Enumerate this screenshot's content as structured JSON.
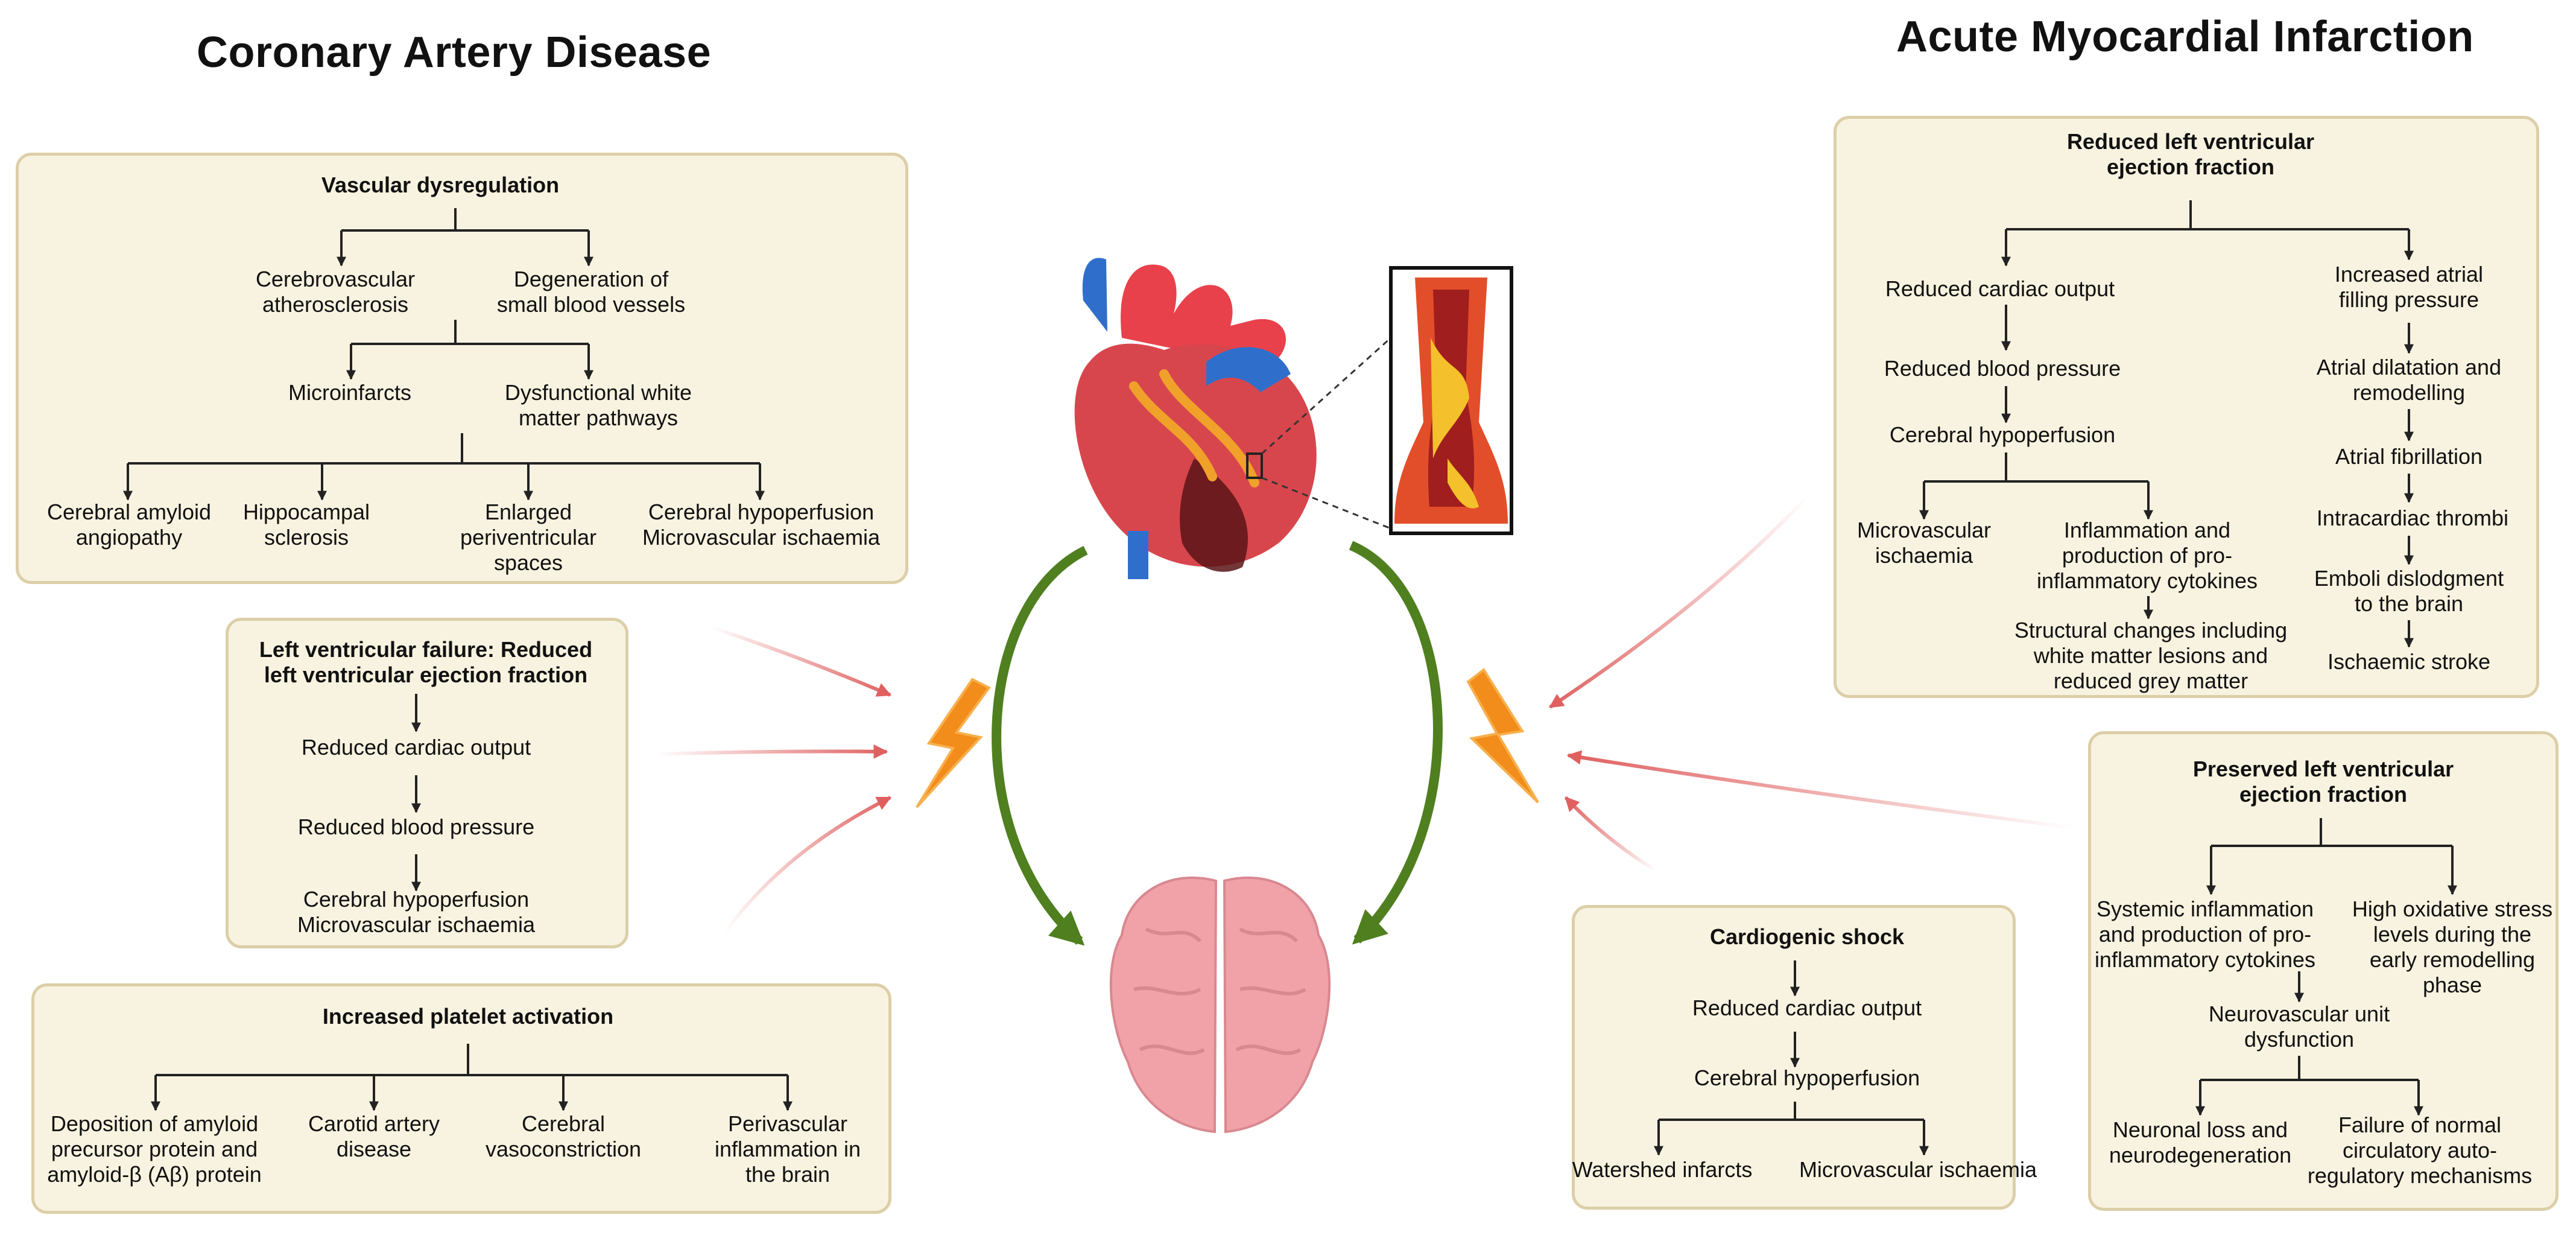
{
  "titles": {
    "left": "Coronary Artery Disease",
    "right": "Acute Myocardial Infarction"
  },
  "box1": {
    "header": "Vascular dysregulation",
    "n1": "Cerebrovascular\natherosclerosis",
    "n2": "Degeneration of\nsmall blood vessels",
    "n3": "Microinfarcts",
    "n4": "Dysfunctional white\nmatter pathways",
    "n5": "Cerebral amyloid\nangiopathy",
    "n6": "Hippocampal\nsclerosis",
    "n7": "Enlarged\nperiventricular\nspaces",
    "n8": "Cerebral hypoperfusion\nMicrovascular ischaemia"
  },
  "box2": {
    "header": "Left ventricular failure: Reduced\nleft ventricular ejection fraction",
    "n1": "Reduced cardiac output",
    "n2": "Reduced blood pressure",
    "n3": "Cerebral hypoperfusion\nMicrovascular ischaemia"
  },
  "box3": {
    "header": "Increased platelet activation",
    "n1": "Deposition of amyloid\nprecursor protein and\namyloid-β (Aβ) protein",
    "n2": "Carotid artery\ndisease",
    "n3": "Cerebral\nvasoconstriction",
    "n4": "Perivascular\ninflammation in\nthe brain"
  },
  "box4": {
    "header": "Reduced left ventricular\nejection fraction",
    "l1": "Reduced cardiac output",
    "l2": "Reduced blood pressure",
    "l3": "Cerebral hypoperfusion",
    "l4": "Microvascular\nischaemia",
    "l5": "Inflammation and\nproduction of pro-\ninflammatory cytokines",
    "l6": "Structural changes including\nwhite matter lesions and\nreduced grey matter",
    "r1": "Increased atrial\nfilling pressure",
    "r2": "Atrial dilatation and\nremodelling",
    "r3": "Atrial fibrillation",
    "r4": "Intracardiac thrombi",
    "r5": "Emboli dislodgment\nto the brain",
    "r6": "Ischaemic stroke"
  },
  "box5": {
    "header": "Preserved left ventricular\nejection fraction",
    "n1": "Systemic inflammation\nand production of pro-\ninflammatory cytokines",
    "n2": "High oxidative stress\nlevels during the\nearly remodelling\nphase",
    "n3": "Neurovascular unit\ndysfunction",
    "n4": "Neuronal loss and\nneurodegeneration",
    "n5": "Failure of normal\ncirculatory auto-\nregulatory mechanisms"
  },
  "box6": {
    "header": "Cardiogenic shock",
    "n1": "Reduced cardiac output",
    "n2": "Cerebral hypoperfusion",
    "n3": "Watershed infarcts",
    "n4": "Microvascular ischaemia"
  },
  "colors": {
    "box_fill": "#f8f3e0",
    "box_border": "#dccfa8",
    "red_arrow": "#e06060",
    "green_arrow": "#4f7f1f",
    "lightning": "#f28c1a"
  },
  "icons": [
    "heart-icon",
    "artery-plaque-inset-icon",
    "brain-icon",
    "lightning-bolt-icon"
  ]
}
